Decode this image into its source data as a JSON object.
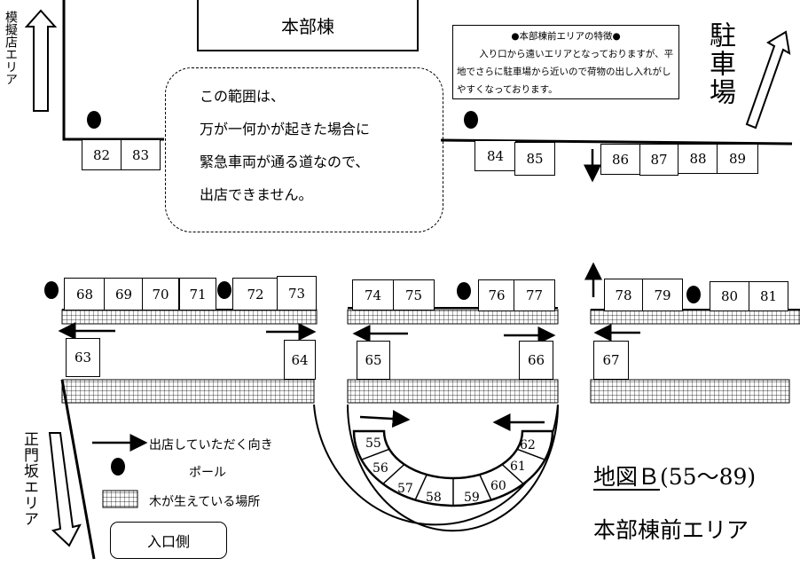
{
  "map": {
    "hq_building": "本部棟",
    "left_area": "模擬店エリア",
    "parking": "駐車場",
    "seimon_area": "正門坂エリア",
    "feature_box": {
      "title": "●本部棟前エリアの特徴●",
      "body": "入り口から遠いエリアとなっておりますが、平地でさらに駐車場から近いので荷物の出し入れがしやすくなっております。"
    },
    "notice": [
      "この範囲は、",
      "万が一何かが起きた場合に",
      "緊急車両が通る道なので、",
      "出店できません。"
    ],
    "entrance": "入口側",
    "caption": {
      "main": "地図Ｂ",
      "range": "(55〜89)",
      "sub": "本部棟前エリア"
    },
    "legend": {
      "direction": "出店していただく向き",
      "pole": "ポール",
      "trees": "木が生えている場所"
    },
    "stalls_top": [
      "82",
      "83",
      "84",
      "85",
      "86",
      "87",
      "88",
      "89"
    ],
    "stalls_row": [
      "68",
      "69",
      "70",
      "71",
      "72",
      "73",
      "74",
      "75",
      "76",
      "77",
      "78",
      "79",
      "80",
      "81"
    ],
    "stalls_mid": [
      "63",
      "64",
      "65",
      "66",
      "67"
    ],
    "stalls_curve": [
      "55",
      "56",
      "57",
      "58",
      "59",
      "60",
      "61",
      "62"
    ]
  },
  "colors": {
    "ink": "#000000",
    "paper": "#ffffff"
  }
}
